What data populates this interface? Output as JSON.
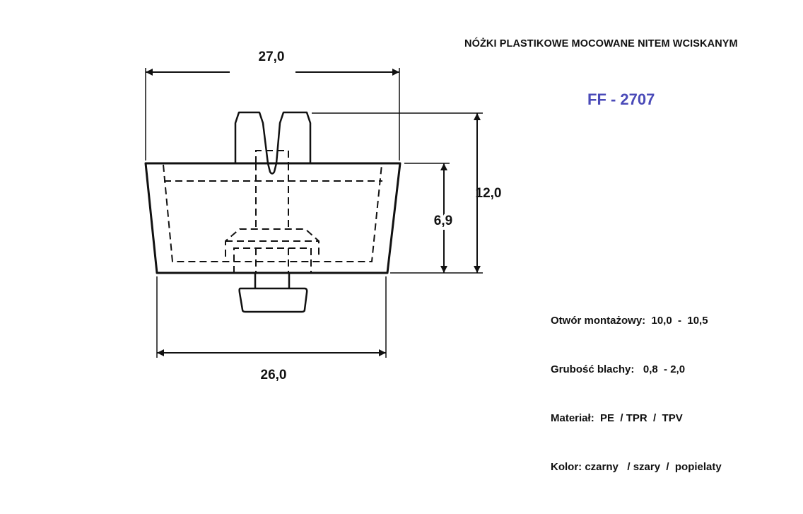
{
  "title": "NÓŻKI PLASTIKOWE MOCOWANE NITEM WCISKANYM",
  "product_code": "FF - 2707",
  "dimensions": {
    "top_width": "27,0",
    "bottom_width": "26,0",
    "total_height": "12,0",
    "body_height": "6,9"
  },
  "specs": [
    "Otwór montażowy:  10,0  -  10,5",
    "Grubość blachy:   0,8  - 2,0",
    "Materiał:  PE  / TPR  /  TPV",
    "Kolor: czarny   / szary  /  popielaty"
  ],
  "colors": {
    "line": "#111111",
    "code": "#4a4ab8"
  }
}
